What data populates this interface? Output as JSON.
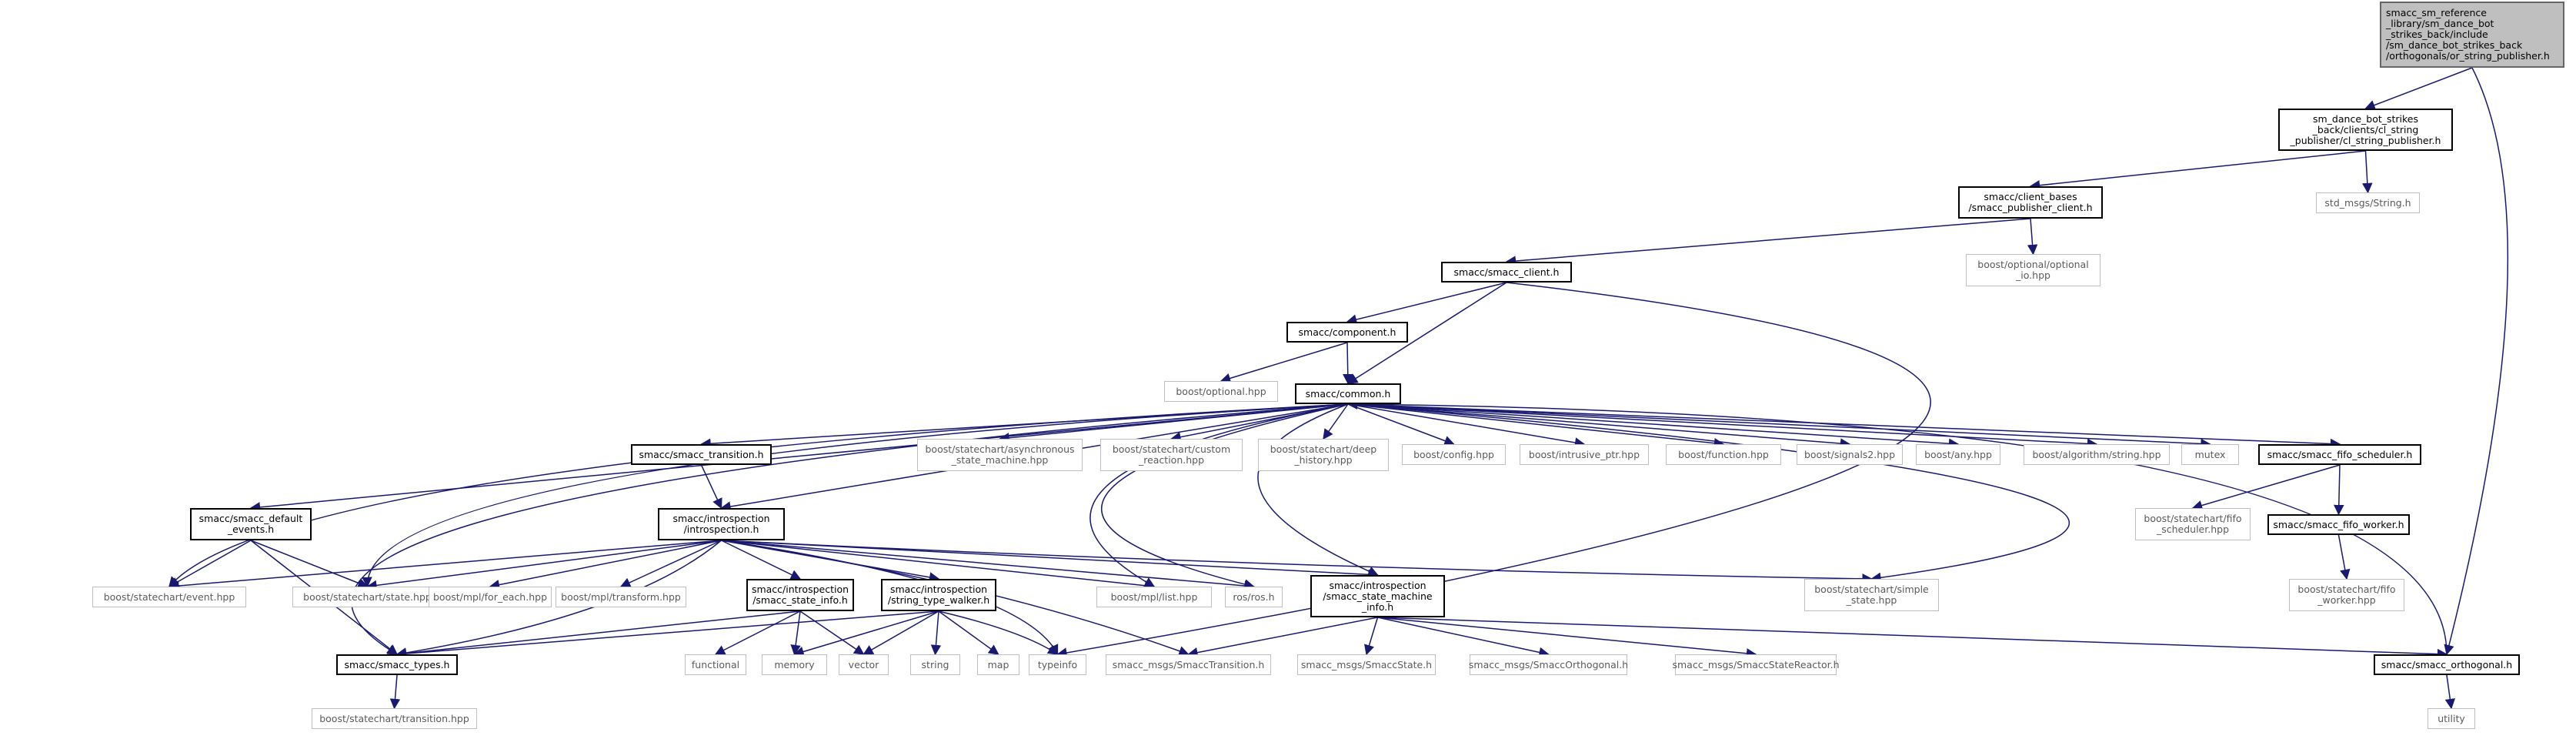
{
  "diagram_title": "",
  "colors": {
    "edge": "#191970",
    "internal_border": "#000000",
    "external_border": "#bfbfbf",
    "root_fill": "#bfbfbf",
    "external_text": "#5a5a5a"
  },
  "nodes": [
    {
      "id": "root",
      "kind": "root",
      "lines": [
        "smacc_sm_reference",
        "_library/sm_dance_bot",
        "_strikes_back/include",
        "/sm_dance_bot_strikes_back",
        "/orthogonals/or_string_publisher.h"
      ]
    },
    {
      "id": "cl_string_publisher",
      "kind": "internal",
      "lines": [
        "sm_dance_bot_strikes",
        "_back/clients/cl_string",
        "_publisher/cl_string_publisher.h"
      ]
    },
    {
      "id": "std_msgs_string",
      "kind": "external",
      "lines": [
        "std_msgs/String.h"
      ]
    },
    {
      "id": "smacc_publisher_client",
      "kind": "internal",
      "lines": [
        "smacc/client_bases",
        "/smacc_publisher_client.h"
      ]
    },
    {
      "id": "optional_io",
      "kind": "external",
      "lines": [
        "boost/optional/optional",
        "_io.hpp"
      ]
    },
    {
      "id": "smacc_client",
      "kind": "internal",
      "lines": [
        "smacc/smacc_client.h"
      ]
    },
    {
      "id": "component",
      "kind": "internal",
      "lines": [
        "smacc/component.h"
      ]
    },
    {
      "id": "boost_optional",
      "kind": "external",
      "lines": [
        "boost/optional.hpp"
      ]
    },
    {
      "id": "common",
      "kind": "internal",
      "lines": [
        "smacc/common.h"
      ]
    },
    {
      "id": "default_events",
      "kind": "internal",
      "lines": [
        "smacc/smacc_default",
        "_events.h"
      ]
    },
    {
      "id": "smacc_transition",
      "kind": "internal",
      "lines": [
        "smacc/smacc_transition.h"
      ]
    },
    {
      "id": "async_sm",
      "kind": "external",
      "lines": [
        "boost/statechart/asynchronous",
        "_state_machine.hpp"
      ]
    },
    {
      "id": "custom_reaction",
      "kind": "external",
      "lines": [
        "boost/statechart/custom",
        "_reaction.hpp"
      ]
    },
    {
      "id": "deep_history",
      "kind": "external",
      "lines": [
        "boost/statechart/deep",
        "_history.hpp"
      ]
    },
    {
      "id": "boost_config",
      "kind": "external",
      "lines": [
        "boost/config.hpp"
      ]
    },
    {
      "id": "intrusive_ptr",
      "kind": "external",
      "lines": [
        "boost/intrusive_ptr.hpp"
      ]
    },
    {
      "id": "boost_function",
      "kind": "external",
      "lines": [
        "boost/function.hpp"
      ]
    },
    {
      "id": "signals2",
      "kind": "external",
      "lines": [
        "boost/signals2.hpp"
      ]
    },
    {
      "id": "boost_any",
      "kind": "external",
      "lines": [
        "boost/any.hpp"
      ]
    },
    {
      "id": "algorithm_string",
      "kind": "external",
      "lines": [
        "boost/algorithm/string.hpp"
      ]
    },
    {
      "id": "mutex",
      "kind": "external",
      "lines": [
        "mutex"
      ]
    },
    {
      "id": "fifo_scheduler",
      "kind": "internal",
      "lines": [
        "smacc/smacc_fifo_scheduler.h"
      ]
    },
    {
      "id": "introspection",
      "kind": "internal",
      "lines": [
        "smacc/introspection",
        "/introspection.h"
      ]
    },
    {
      "id": "bs_fifo_scheduler",
      "kind": "external",
      "lines": [
        "boost/statechart/fifo",
        "_scheduler.hpp"
      ]
    },
    {
      "id": "fifo_worker",
      "kind": "internal",
      "lines": [
        "smacc/smacc_fifo_worker.h"
      ]
    },
    {
      "id": "event_hpp",
      "kind": "external",
      "lines": [
        "boost/statechart/event.hpp"
      ]
    },
    {
      "id": "state_hpp",
      "kind": "external",
      "lines": [
        "boost/statechart/state.hpp"
      ]
    },
    {
      "id": "for_each",
      "kind": "external",
      "lines": [
        "boost/mpl/for_each.hpp"
      ]
    },
    {
      "id": "mpl_transform",
      "kind": "external",
      "lines": [
        "boost/mpl/transform.hpp"
      ]
    },
    {
      "id": "state_info",
      "kind": "internal",
      "lines": [
        "smacc/introspection",
        "/smacc_state_info.h"
      ]
    },
    {
      "id": "type_walker",
      "kind": "internal",
      "lines": [
        "smacc/introspection",
        "/string_type_walker.h"
      ]
    },
    {
      "id": "mpl_list",
      "kind": "external",
      "lines": [
        "boost/mpl/list.hpp"
      ]
    },
    {
      "id": "ros_h",
      "kind": "external",
      "lines": [
        "ros/ros.h"
      ]
    },
    {
      "id": "sm_info",
      "kind": "internal",
      "lines": [
        "smacc/introspection",
        "/smacc_state_machine",
        "_info.h"
      ]
    },
    {
      "id": "simple_state",
      "kind": "external",
      "lines": [
        "boost/statechart/simple",
        "_state.hpp"
      ]
    },
    {
      "id": "bs_fifo_worker",
      "kind": "external",
      "lines": [
        "boost/statechart/fifo",
        "_worker.hpp"
      ]
    },
    {
      "id": "smacc_types",
      "kind": "internal",
      "lines": [
        "smacc/smacc_types.h"
      ]
    },
    {
      "id": "functional",
      "kind": "external",
      "lines": [
        "functional"
      ]
    },
    {
      "id": "memory",
      "kind": "external",
      "lines": [
        "memory"
      ]
    },
    {
      "id": "vector",
      "kind": "external",
      "lines": [
        "vector"
      ]
    },
    {
      "id": "string",
      "kind": "external",
      "lines": [
        "string"
      ]
    },
    {
      "id": "map",
      "kind": "external",
      "lines": [
        "map"
      ]
    },
    {
      "id": "typeinfo",
      "kind": "external",
      "lines": [
        "typeinfo"
      ]
    },
    {
      "id": "msg_transition",
      "kind": "external",
      "lines": [
        "smacc_msgs/SmaccTransition.h"
      ]
    },
    {
      "id": "msg_state",
      "kind": "external",
      "lines": [
        "smacc_msgs/SmaccState.h"
      ]
    },
    {
      "id": "msg_orthogonal",
      "kind": "external",
      "lines": [
        "smacc_msgs/SmaccOrthogonal.h"
      ]
    },
    {
      "id": "msg_state_reactor",
      "kind": "external",
      "lines": [
        "smacc_msgs/SmaccStateReactor.h"
      ]
    },
    {
      "id": "smacc_orthogonal",
      "kind": "internal",
      "lines": [
        "smacc/smacc_orthogonal.h"
      ]
    },
    {
      "id": "bs_transition",
      "kind": "external",
      "lines": [
        "boost/statechart/transition.hpp"
      ]
    },
    {
      "id": "utility",
      "kind": "external",
      "lines": [
        "utility"
      ]
    }
  ],
  "edges": [
    [
      "root",
      "cl_string_publisher"
    ],
    [
      "root",
      "smacc_orthogonal"
    ],
    [
      "cl_string_publisher",
      "std_msgs_string"
    ],
    [
      "cl_string_publisher",
      "smacc_publisher_client"
    ],
    [
      "smacc_publisher_client",
      "optional_io"
    ],
    [
      "smacc_publisher_client",
      "smacc_client"
    ],
    [
      "smacc_client",
      "component"
    ],
    [
      "smacc_client",
      "common"
    ],
    [
      "smacc_client",
      "typeinfo"
    ],
    [
      "component",
      "boost_optional"
    ],
    [
      "component",
      "common"
    ],
    [
      "common",
      "default_events"
    ],
    [
      "common",
      "smacc_transition"
    ],
    [
      "common",
      "async_sm"
    ],
    [
      "common",
      "custom_reaction"
    ],
    [
      "common",
      "deep_history"
    ],
    [
      "common",
      "boost_config"
    ],
    [
      "common",
      "intrusive_ptr"
    ],
    [
      "common",
      "boost_function"
    ],
    [
      "common",
      "signals2"
    ],
    [
      "common",
      "boost_any"
    ],
    [
      "common",
      "algorithm_string"
    ],
    [
      "common",
      "mutex"
    ],
    [
      "common",
      "fifo_scheduler"
    ],
    [
      "common",
      "introspection"
    ],
    [
      "common",
      "event_hpp"
    ],
    [
      "common",
      "state_hpp"
    ],
    [
      "common",
      "smacc_types"
    ],
    [
      "common",
      "mpl_list"
    ],
    [
      "common",
      "ros_h"
    ],
    [
      "common",
      "sm_info"
    ],
    [
      "common",
      "simple_state"
    ],
    [
      "smacc_orthogonal",
      "common"
    ],
    [
      "smacc_orthogonal",
      "utility"
    ],
    [
      "default_events",
      "event_hpp"
    ],
    [
      "default_events",
      "state_hpp"
    ],
    [
      "default_events",
      "smacc_types"
    ],
    [
      "smacc_transition",
      "introspection"
    ],
    [
      "fifo_scheduler",
      "bs_fifo_scheduler"
    ],
    [
      "fifo_scheduler",
      "fifo_worker"
    ],
    [
      "fifo_worker",
      "bs_fifo_worker"
    ],
    [
      "introspection",
      "event_hpp"
    ],
    [
      "introspection",
      "state_hpp"
    ],
    [
      "introspection",
      "for_each"
    ],
    [
      "introspection",
      "mpl_transform"
    ],
    [
      "introspection",
      "state_info"
    ],
    [
      "introspection",
      "type_walker"
    ],
    [
      "introspection",
      "mpl_list"
    ],
    [
      "introspection",
      "ros_h"
    ],
    [
      "introspection",
      "sm_info"
    ],
    [
      "introspection",
      "simple_state"
    ],
    [
      "introspection",
      "typeinfo"
    ],
    [
      "introspection",
      "msg_transition"
    ],
    [
      "introspection",
      "smacc_types"
    ],
    [
      "state_info",
      "smacc_types"
    ],
    [
      "state_info",
      "functional"
    ],
    [
      "state_info",
      "memory"
    ],
    [
      "state_info",
      "vector"
    ],
    [
      "type_walker",
      "smacc_types"
    ],
    [
      "type_walker",
      "memory"
    ],
    [
      "type_walker",
      "vector"
    ],
    [
      "type_walker",
      "string"
    ],
    [
      "type_walker",
      "map"
    ],
    [
      "type_walker",
      "typeinfo"
    ],
    [
      "sm_info",
      "msg_transition"
    ],
    [
      "sm_info",
      "msg_state"
    ],
    [
      "sm_info",
      "msg_orthogonal"
    ],
    [
      "sm_info",
      "msg_state_reactor"
    ],
    [
      "sm_info",
      "smacc_orthogonal"
    ],
    [
      "smacc_types",
      "bs_transition"
    ]
  ]
}
